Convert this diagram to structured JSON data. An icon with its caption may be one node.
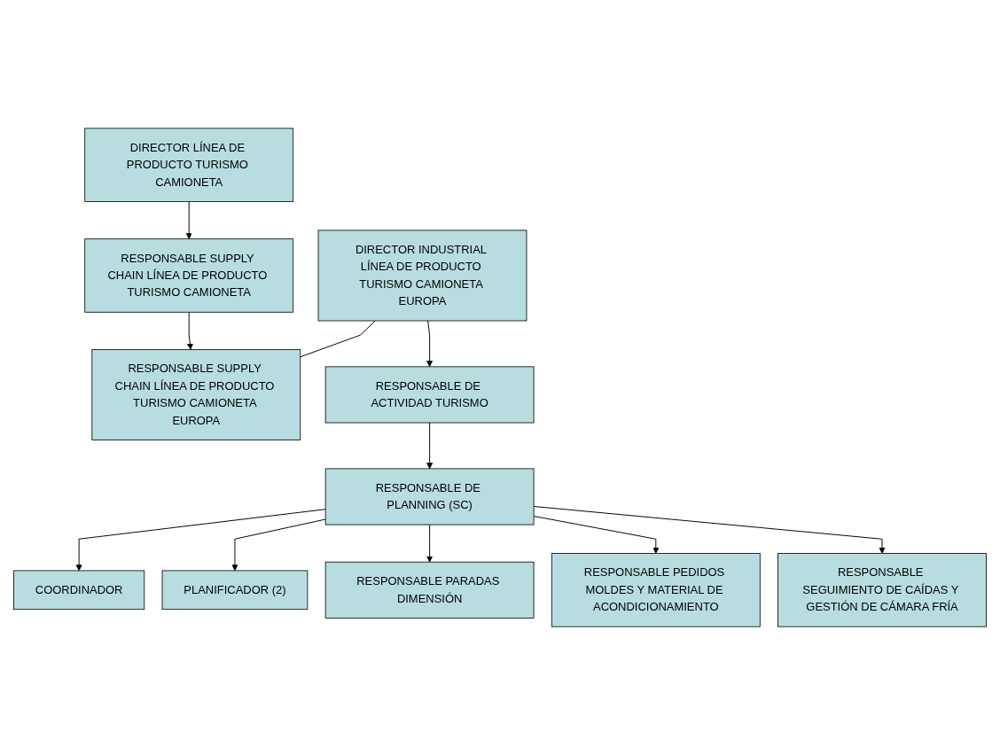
{
  "diagram": {
    "nodes": [
      {
        "text": [
          "DIRECTOR LÍNEA DE PRODUCTO TURISMO CAMIONETA"
        ]
      },
      {
        "text": [
          "RESPONSABLE SUPPLY CHAIN LÍNEA DE PRODUCTO TURISMO CAMIONETA"
        ]
      },
      {
        "text": [
          "DIRECTOR INDUSTRIAL LÍNEA DE PRODUCTO TURISMO CAMIONETA EUROPA"
        ]
      },
      {
        "text": [
          "RESPONSABLE SUPPLY CHAIN LÍNEA DE PRODUCTO TURISMO CAMIONETA EUROPA"
        ]
      },
      {
        "text": [
          "RESPONSABLE DE ACTIVIDAD TURISMO"
        ]
      },
      {
        "text": [
          "RESPONSABLE DE PLANNING (SC)"
        ]
      },
      {
        "text": [
          "COORDINADOR"
        ]
      },
      {
        "text": [
          "PLANIFICADOR (2)"
        ]
      },
      {
        "text": [
          "RESPONSABLE PARADAS DIMENSIÓN"
        ]
      },
      {
        "text": [
          "RESPONSABLE PEDIDOS MOLDES Y MATERIAL DE ACONDICIONAMIENTO"
        ]
      },
      {
        "text": [
          "RESPONSABLE SEGUIMIENTO DE CAÍDAS Y GESTIÓN DE CÁMARA FRÍA"
        ]
      }
    ],
    "edges": [
      {
        "from": 0,
        "to": 1,
        "arrow": "to"
      },
      {
        "from": 1,
        "to": 3,
        "arrow": "to"
      },
      {
        "from": 2,
        "to": 3,
        "arrow": "none"
      },
      {
        "from": 2,
        "to": 4,
        "arrow": "to"
      },
      {
        "from": 4,
        "to": 5,
        "arrow": "to"
      },
      {
        "from": 5,
        "to": 6,
        "arrow": "to"
      },
      {
        "from": 5,
        "to": 7,
        "arrow": "to"
      },
      {
        "from": 5,
        "to": 8,
        "arrow": "to"
      },
      {
        "from": 5,
        "to": 9,
        "arrow": "to"
      },
      {
        "from": 5,
        "to": 10,
        "arrow": "to"
      }
    ]
  }
}
